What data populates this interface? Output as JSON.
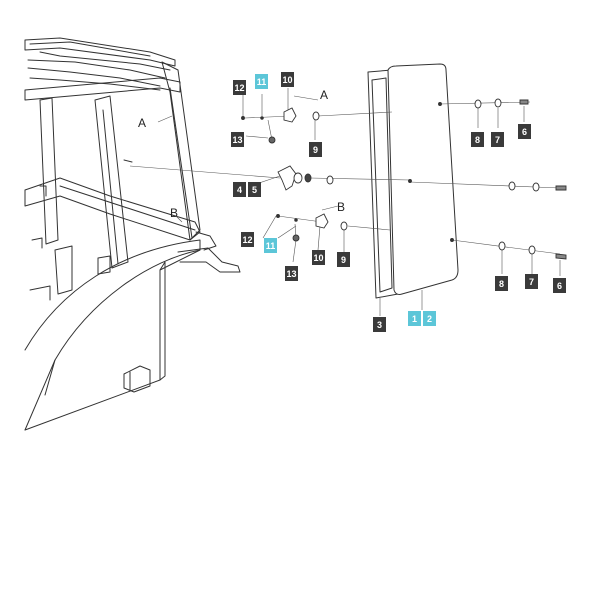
{
  "diagram": {
    "highlight_color": "#5cc6d8",
    "label_color": "#3a3a3a",
    "callouts": [
      {
        "id": "c12a",
        "text": "12",
        "highlight": false
      },
      {
        "id": "c11a",
        "text": "11",
        "highlight": true
      },
      {
        "id": "c10a",
        "text": "10",
        "highlight": false
      },
      {
        "id": "c13a",
        "text": "13",
        "highlight": false
      },
      {
        "id": "c9a",
        "text": "9",
        "highlight": false
      },
      {
        "id": "c4",
        "text": "4",
        "highlight": false
      },
      {
        "id": "c5",
        "text": "5",
        "highlight": false
      },
      {
        "id": "c12b",
        "text": "12",
        "highlight": false
      },
      {
        "id": "c11b",
        "text": "11",
        "highlight": true
      },
      {
        "id": "c10b",
        "text": "10",
        "highlight": false
      },
      {
        "id": "c13b",
        "text": "13",
        "highlight": false
      },
      {
        "id": "c9b",
        "text": "9",
        "highlight": false
      },
      {
        "id": "c8a",
        "text": "8",
        "highlight": false
      },
      {
        "id": "c7a",
        "text": "7",
        "highlight": false
      },
      {
        "id": "c6a",
        "text": "6",
        "highlight": false
      },
      {
        "id": "c8b",
        "text": "8",
        "highlight": false
      },
      {
        "id": "c7b",
        "text": "7",
        "highlight": false
      },
      {
        "id": "c6b",
        "text": "6",
        "highlight": false
      },
      {
        "id": "c3",
        "text": "3",
        "highlight": false
      },
      {
        "id": "c1",
        "text": "1",
        "highlight": true
      },
      {
        "id": "c2",
        "text": "2",
        "highlight": true
      }
    ],
    "letters": [
      {
        "id": "lA1",
        "text": "A"
      },
      {
        "id": "lA2",
        "text": "A"
      },
      {
        "id": "lB1",
        "text": "B"
      },
      {
        "id": "lB2",
        "text": "B"
      }
    ]
  }
}
